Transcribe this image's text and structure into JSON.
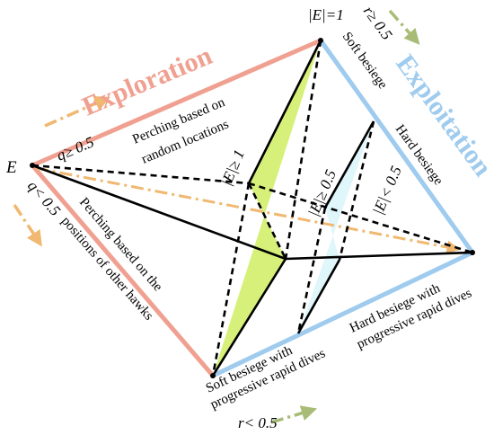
{
  "diagram": {
    "phases": {
      "exploration": "Exploration",
      "exploitation": "Exploitation"
    },
    "strategies": {
      "perch_random": [
        "Perching based on",
        "random locations"
      ],
      "perch_others": [
        "Perching based on the",
        "positions of other hawks"
      ],
      "soft_besiege": "Soft besiege",
      "hard_besiege": "Hard besiege",
      "soft_dives": [
        "Soft besiege with",
        "progressive rapid dives"
      ],
      "hard_dives": [
        "Hard besiege with",
        "progressive rapid dives"
      ]
    },
    "conditions": {
      "E": "E",
      "E_eq_1": "|E|=1",
      "q_ge": "q≥ 0.5",
      "q_lt": "q< 0.5",
      "r_ge": "r≥ 0.5",
      "r_lt": "r< 0.5",
      "E_ge_1": "|E|≥ 1",
      "E_ge_05": "|E|≥ 0.5",
      "E_lt_05": "|E|< 0.5"
    },
    "colors": {
      "exploration": "#f0a090",
      "exploitation": "#9ecbee",
      "plane_green": "#d6f07a",
      "plane_cyan": "#dff6fb",
      "arrow_orange": "#f0b870",
      "arrow_green": "#a8bc78"
    }
  }
}
